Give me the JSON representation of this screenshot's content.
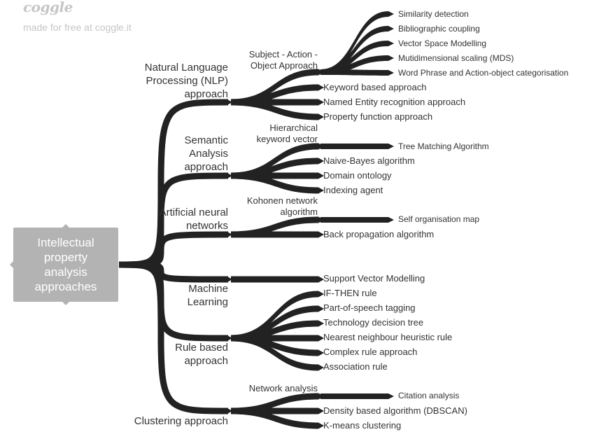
{
  "branding": {
    "logo": "coggle",
    "tagline": "made for free at coggle.it"
  },
  "colors": {
    "branch": "#222222",
    "root_bg": "#b3b3b3",
    "root_text": "#ffffff",
    "text": "#333333",
    "branding": "#c6c6c6"
  },
  "root": {
    "label": "Intellectual property analysis approaches"
  },
  "branches": [
    {
      "label": "Natural Language Processing (NLP) approach",
      "children": [
        {
          "label": "Subject - Action - Object Approach",
          "children": [
            {
              "label": "Similarity detection"
            },
            {
              "label": "Bibliographic coupling"
            },
            {
              "label": "Vector Space Modelling"
            },
            {
              "label": "Mutidimensional scaling (MDS)"
            },
            {
              "label": "Word Phrase and Action-object categorisation"
            }
          ]
        },
        {
          "label": "Keyword based approach"
        },
        {
          "label": "Named Entity recognition approach"
        },
        {
          "label": "Property function approach"
        }
      ]
    },
    {
      "label": "Semantic Analysis approach",
      "children": [
        {
          "label": "Hierarchical keyword vector",
          "children": [
            {
              "label": "Tree Matching Algorithm"
            }
          ]
        },
        {
          "label": "Naive-Bayes algorithm"
        },
        {
          "label": "Domain ontology"
        },
        {
          "label": "Indexing agent"
        }
      ]
    },
    {
      "label": "Artificial neural networks",
      "children": [
        {
          "label": "Kohonen network algorithm",
          "children": [
            {
              "label": "Self organisation map"
            }
          ]
        },
        {
          "label": "Back propagation algorithm"
        }
      ]
    },
    {
      "label": "Machine Learning",
      "children": [
        {
          "label": "Support Vector Modelling"
        }
      ]
    },
    {
      "label": "Rule based approach",
      "children": [
        {
          "label": "IF-THEN rule"
        },
        {
          "label": "Part-of-speech tagging"
        },
        {
          "label": "Technology decision tree"
        },
        {
          "label": "Nearest neighbour heuristic rule"
        },
        {
          "label": "Complex rule approach"
        },
        {
          "label": "Association rule"
        }
      ]
    },
    {
      "label": "Clustering approach",
      "children": [
        {
          "label": "Network analysis",
          "children": [
            {
              "label": "Citation analysis"
            }
          ]
        },
        {
          "label": "Density based algorithm (DBSCAN)"
        },
        {
          "label": "K-means clustering"
        }
      ]
    }
  ]
}
